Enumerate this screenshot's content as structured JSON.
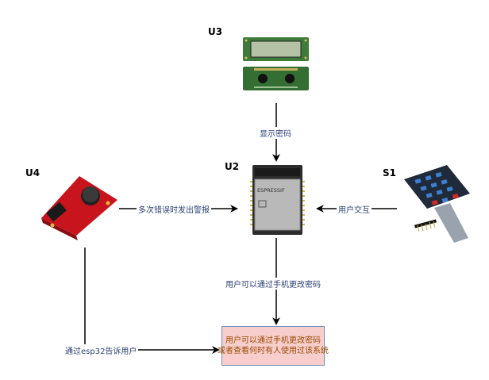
{
  "nodes": {
    "u3": {
      "label": "U3",
      "icon": "lcd-display-icon"
    },
    "u2": {
      "label": "U2",
      "icon": "esp32-module-icon",
      "chip_text": "ESPRESSIF"
    },
    "u4": {
      "label": "U4",
      "icon": "buzzer-module-icon"
    },
    "s1": {
      "label": "S1",
      "icon": "keypad-icon"
    }
  },
  "edges": {
    "u3_to_u2": "显示密码",
    "u4_u2": "多次错误时发出警报",
    "s1_to_u2": "用户交互",
    "u2_to_result": "用户可以通过手机更改密码",
    "u4_to_result": "通过esp32告诉用户"
  },
  "result": {
    "line1": "用户可以通过手机更改密码",
    "line2": "或者查看何时有人使用过该系统"
  },
  "colors": {
    "arrow": "#000000",
    "edge_text": "#2b3f73",
    "result_fill": "#f8cecc",
    "result_border": "#6c8ebf",
    "result_text": "#9a4b00"
  }
}
